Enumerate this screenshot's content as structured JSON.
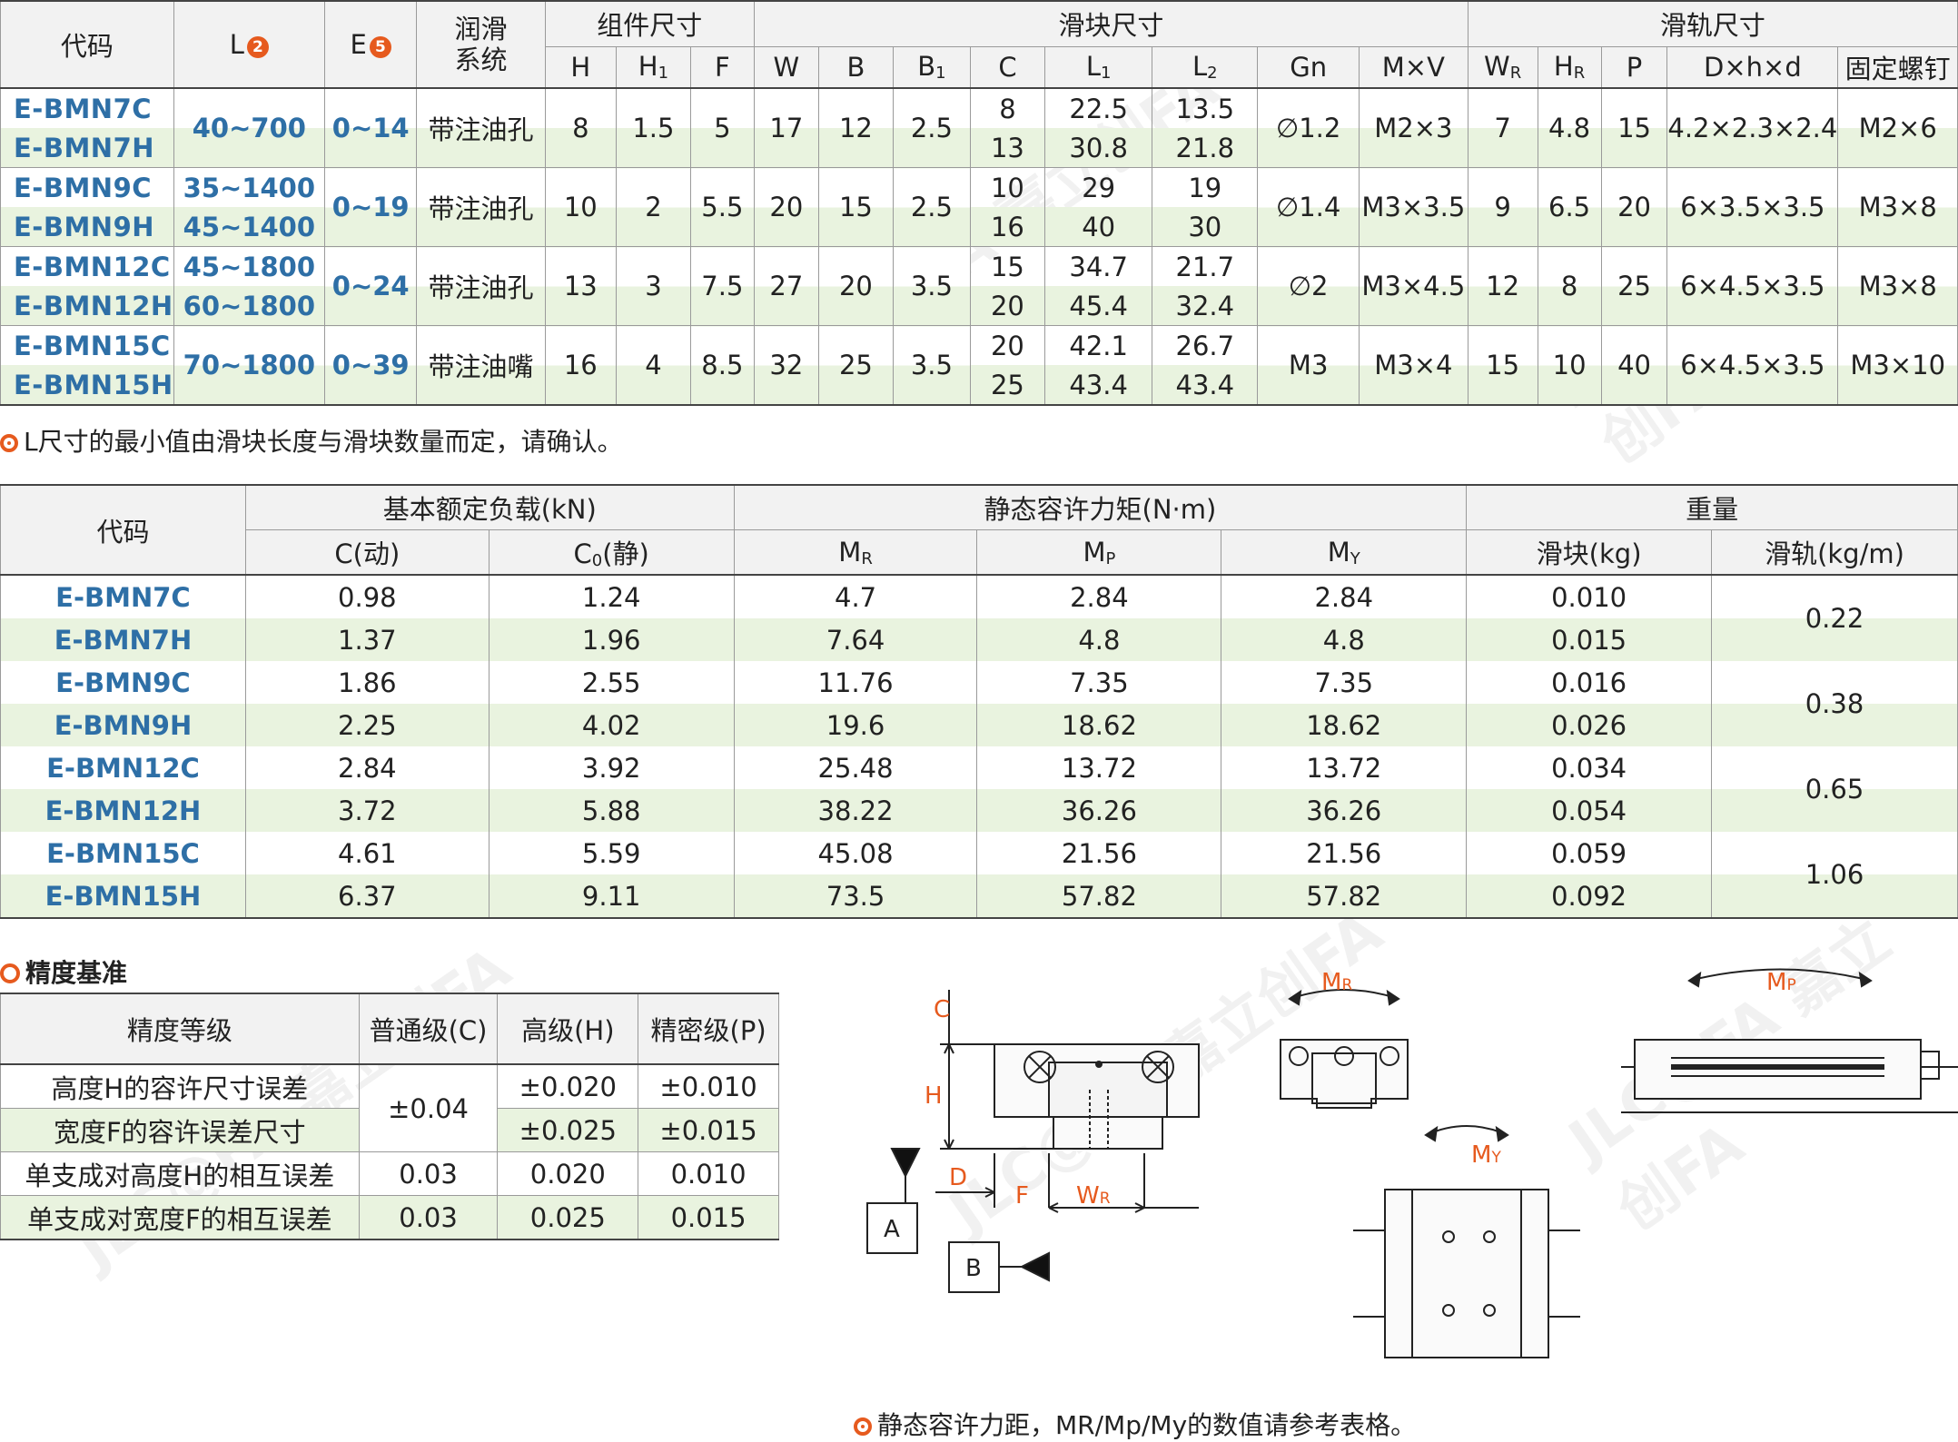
{
  "table1": {
    "headers": {
      "code": "代码",
      "L": "L",
      "L_badge": "2",
      "E": "E",
      "E_badge": "5",
      "lube": "润滑\n系统",
      "group_assembly": "组件尺寸",
      "group_block": "滑块尺寸",
      "group_rail": "滑轨尺寸",
      "H": "H",
      "H1": "H",
      "H1_sub": "1",
      "F": "F",
      "W": "W",
      "B": "B",
      "B1": "B",
      "B1_sub": "1",
      "C": "C",
      "L1": "L",
      "L1_sub": "1",
      "L2": "L",
      "L2_sub": "2",
      "Gn": "Gn",
      "MxV": "M×V",
      "WR": "W",
      "WR_sub": "R",
      "HR": "H",
      "HR_sub": "R",
      "P": "P",
      "Dhd": "D×h×d",
      "bolt": "固定螺钉"
    },
    "groups": [
      {
        "codes": [
          "E-BMN7C",
          "E-BMN7H"
        ],
        "L": [
          "40~700"
        ],
        "E": "0~14",
        "lube": "带注油孔",
        "H": "8",
        "H1": "1.5",
        "F": "5",
        "W": "17",
        "B": "12",
        "B1": "2.5",
        "C": [
          "8",
          "13"
        ],
        "L1": [
          "22.5",
          "30.8"
        ],
        "L2": [
          "13.5",
          "21.8"
        ],
        "Gn": "∅1.2",
        "MxV": "M2×3",
        "WR": "7",
        "HR": "4.8",
        "P": "15",
        "Dhd": "4.2×2.3×2.4",
        "bolt": "M2×6"
      },
      {
        "codes": [
          "E-BMN9C",
          "E-BMN9H"
        ],
        "L": [
          "35~1400",
          "45~1400"
        ],
        "E": "0~19",
        "lube": "带注油孔",
        "H": "10",
        "H1": "2",
        "F": "5.5",
        "W": "20",
        "B": "15",
        "B1": "2.5",
        "C": [
          "10",
          "16"
        ],
        "L1": [
          "29",
          "40"
        ],
        "L2": [
          "19",
          "30"
        ],
        "Gn": "∅1.4",
        "MxV": "M3×3.5",
        "WR": "9",
        "HR": "6.5",
        "P": "20",
        "Dhd": "6×3.5×3.5",
        "bolt": "M3×8"
      },
      {
        "codes": [
          "E-BMN12C",
          "E-BMN12H"
        ],
        "L": [
          "45~1800",
          "60~1800"
        ],
        "E": "0~24",
        "lube": "带注油孔",
        "H": "13",
        "H1": "3",
        "F": "7.5",
        "W": "27",
        "B": "20",
        "B1": "3.5",
        "C": [
          "15",
          "20"
        ],
        "L1": [
          "34.7",
          "45.4"
        ],
        "L2": [
          "21.7",
          "32.4"
        ],
        "Gn": "∅2",
        "MxV": "M3×4.5",
        "WR": "12",
        "HR": "8",
        "P": "25",
        "Dhd": "6×4.5×3.5",
        "bolt": "M3×8"
      },
      {
        "codes": [
          "E-BMN15C",
          "E-BMN15H"
        ],
        "L": [
          "70~1800"
        ],
        "E": "0~39",
        "lube": "带注油嘴",
        "H": "16",
        "H1": "4",
        "F": "8.5",
        "W": "32",
        "B": "25",
        "B1": "3.5",
        "C": [
          "20",
          "25"
        ],
        "L1": [
          "42.1",
          "43.4"
        ],
        "L2": [
          "26.7",
          "43.4"
        ],
        "Gn": "M3",
        "MxV": "M3×4",
        "WR": "15",
        "HR": "10",
        "P": "40",
        "Dhd": "6×4.5×3.5",
        "bolt": "M3×10"
      }
    ]
  },
  "note1": "L尺寸的最小值由滑块长度与滑块数量而定，请确认。",
  "table2": {
    "headers": {
      "code": "代码",
      "load": "基本额定负载(kN)",
      "moment": "静态容许力矩(N·m)",
      "weight": "重量",
      "C": "C(动)",
      "C0": "C",
      "C0_sub": "0",
      "C0_tail": "(静)",
      "MR": "M",
      "MR_sub": "R",
      "MP": "M",
      "MP_sub": "P",
      "MY": "M",
      "MY_sub": "Y",
      "block": "滑块(kg)",
      "rail": "滑轨(kg/m)"
    },
    "rows": [
      {
        "code": "E-BMN7C",
        "C": "0.98",
        "C0": "1.24",
        "MR": "4.7",
        "MP": "2.84",
        "MY": "2.84",
        "block": "0.010"
      },
      {
        "code": "E-BMN7H",
        "C": "1.37",
        "C0": "1.96",
        "MR": "7.64",
        "MP": "4.8",
        "MY": "4.8",
        "block": "0.015"
      },
      {
        "code": "E-BMN9C",
        "C": "1.86",
        "C0": "2.55",
        "MR": "11.76",
        "MP": "7.35",
        "MY": "7.35",
        "block": "0.016"
      },
      {
        "code": "E-BMN9H",
        "C": "2.25",
        "C0": "4.02",
        "MR": "19.6",
        "MP": "18.62",
        "MY": "18.62",
        "block": "0.026"
      },
      {
        "code": "E-BMN12C",
        "C": "2.84",
        "C0": "3.92",
        "MR": "25.48",
        "MP": "13.72",
        "MY": "13.72",
        "block": "0.034"
      },
      {
        "code": "E-BMN12H",
        "C": "3.72",
        "C0": "5.88",
        "MR": "38.22",
        "MP": "36.26",
        "MY": "36.26",
        "block": "0.054"
      },
      {
        "code": "E-BMN15C",
        "C": "4.61",
        "C0": "5.59",
        "MR": "45.08",
        "MP": "21.56",
        "MY": "21.56",
        "block": "0.059"
      },
      {
        "code": "E-BMN15H",
        "C": "6.37",
        "C0": "9.11",
        "MR": "73.5",
        "MP": "57.82",
        "MY": "57.82",
        "block": "0.092"
      }
    ],
    "rail": [
      "0.22",
      "0.38",
      "0.65",
      "1.06"
    ]
  },
  "precision": {
    "title": "精度基准",
    "headers": [
      "精度等级",
      "普通级(C)",
      "高级(H)",
      "精密级(P)"
    ],
    "rows": [
      [
        "高度H的容许尺寸误差",
        "±0.04",
        "±0.020",
        "±0.010"
      ],
      [
        "宽度F的容许误差尺寸",
        "",
        "±0.025",
        "±0.015"
      ],
      [
        "单支成对高度H的相互误差",
        "0.03",
        "0.020",
        "0.010"
      ],
      [
        "单支成对宽度F的相互误差",
        "0.03",
        "0.025",
        "0.015"
      ]
    ]
  },
  "diagram": {
    "labels": {
      "C": "C",
      "H": "H",
      "D": "D",
      "F": "F",
      "WR": "W",
      "WR_sub": "R",
      "A": "A",
      "B": "B",
      "MR": "M",
      "MR_sub": "R",
      "MP": "M",
      "MP_sub": "P",
      "MY": "M",
      "MY_sub": "Y"
    }
  },
  "note2": "静态容许力距，MR/Mp/My的数值请参考表格。",
  "watermark": "JLC@FA 嘉立创FA",
  "colors": {
    "accent": "#e65a1e",
    "code_blue": "#2e6fa6",
    "green_row": "#e9f3df",
    "header_bg": "#f2f2f2"
  }
}
